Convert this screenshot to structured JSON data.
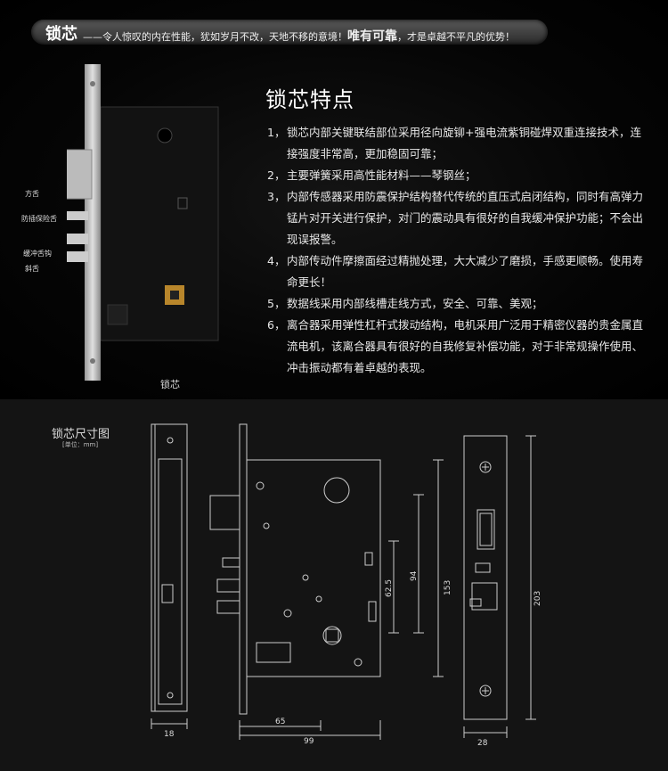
{
  "banner": {
    "title": "锁芯",
    "tagline_part1": "——令人惊叹的内在性能，犹如岁月不改，天地不移的意境！",
    "tagline_highlight": "唯有可靠",
    "tagline_part2": "，才是卓越不平凡的优势！"
  },
  "photo": {
    "labels": [
      "方舌",
      "防插保险舌",
      "缓冲舌钩",
      "斜舌"
    ],
    "caption": "锁芯"
  },
  "features": {
    "title": "锁芯特点",
    "items": [
      {
        "num": "1，",
        "text": "锁芯内部关键联结部位采用径向旋铆+强电流紫铜碰焊双重连接技术，连接强度非常高，更加稳固可靠；"
      },
      {
        "num": "2，",
        "text": "主要弹簧采用高性能材料——琴钢丝；"
      },
      {
        "num": "3，",
        "text": "内部传感器采用防震保护结构替代传统的直压式启闭结构，同时有高弹力锰片对开关进行保护，对门的震动具有很好的自我缓冲保护功能；不会出现误报警。"
      },
      {
        "num": "4，",
        "text": "内部传动件摩擦面经过精抛处理，大大减少了磨损，手感更顺畅。使用寿命更长！"
      },
      {
        "num": "5，",
        "text": "数据线采用内部线槽走线方式，安全、可靠、美观；"
      },
      {
        "num": "6，",
        "text": "离合器采用弹性杠杆式拨动结构，电机采用广泛用于精密仪器的贵金属直流电机，该离合器具有很好的自我修复补偿功能，对于非常规操作使用、冲击振动都有着卓越的表现。"
      }
    ]
  },
  "dimensions": {
    "title": "锁芯尺寸图",
    "unit": "[单位：mm]",
    "values": {
      "side_width": "18",
      "body_depth": "65",
      "overall_depth": "99",
      "faceplate_width": "28",
      "dim_62_5": "62.5",
      "dim_94": "94",
      "body_height": "153",
      "faceplate_height": "203"
    }
  },
  "colors": {
    "accent_text": "#ffffff",
    "drawing_line": "#cccccc"
  }
}
